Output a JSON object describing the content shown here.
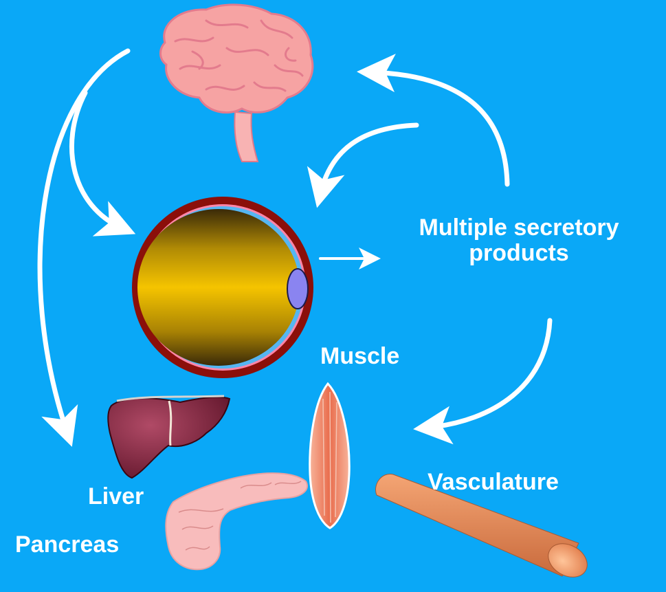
{
  "labels": {
    "secretory_line1": "Multiple secretory",
    "secretory_line2": "products",
    "muscle": "Muscle",
    "vasculature": "Vasculature",
    "liver": "Liver",
    "pancreas": "Pancreas"
  },
  "colors": {
    "background": "#0aa8f7",
    "arrow": "#ffffff",
    "label": "#ffffff",
    "brain": "#f6a3a3",
    "adipocyte_rim": "#8b0f0a",
    "lipid_droplet": "#f2c200",
    "nucleus": "#8a84f0",
    "liver": "#7a1f3c",
    "pancreas": "#f8bcbc",
    "muscle": "#f08a6a",
    "vessel": "#e8895a"
  },
  "icons": [
    "brain-icon",
    "adipocyte-icon",
    "liver-icon",
    "pancreas-icon",
    "muscle-icon",
    "blood-vessel-icon"
  ]
}
